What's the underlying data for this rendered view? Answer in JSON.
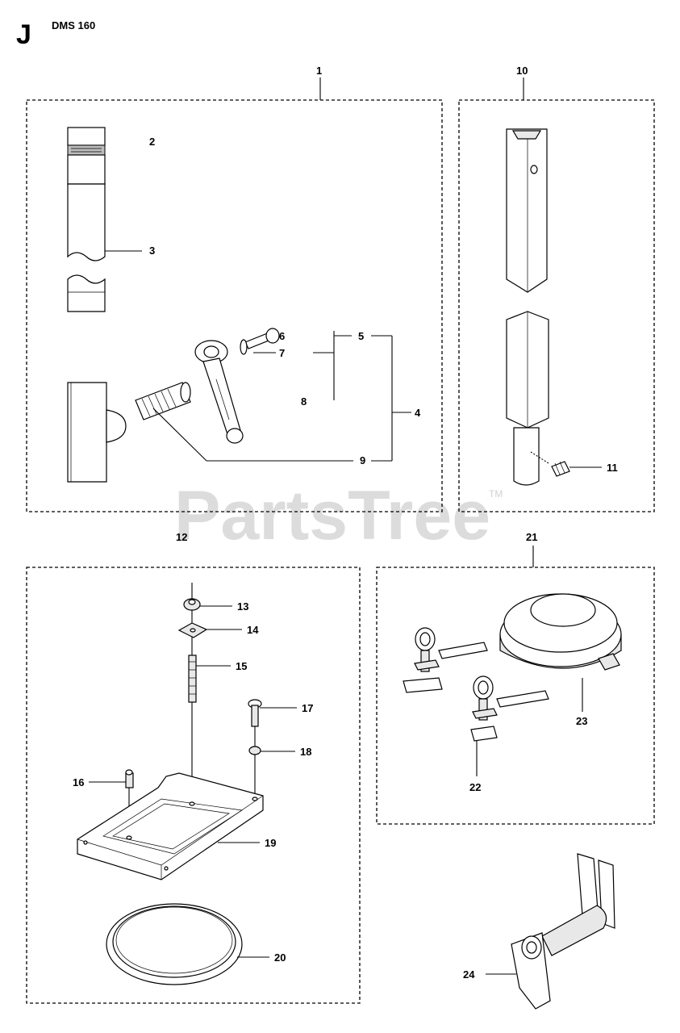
{
  "header": {
    "section": "J",
    "model": "DMS 160"
  },
  "watermark": {
    "text": "PartsTree",
    "tm": "TM"
  },
  "callouts": {
    "c1": "1",
    "c2": "2",
    "c3": "3",
    "c4": "4",
    "c5": "5",
    "c6": "6",
    "c7": "7",
    "c8": "8",
    "c9": "9",
    "c10": "10",
    "c11": "11",
    "c12": "12",
    "c13": "13",
    "c14": "14",
    "c15": "15",
    "c16": "16",
    "c17": "17",
    "c18": "18",
    "c19": "19",
    "c20": "20",
    "c21": "21",
    "c22": "22",
    "c23": "23",
    "c24": "24"
  }
}
